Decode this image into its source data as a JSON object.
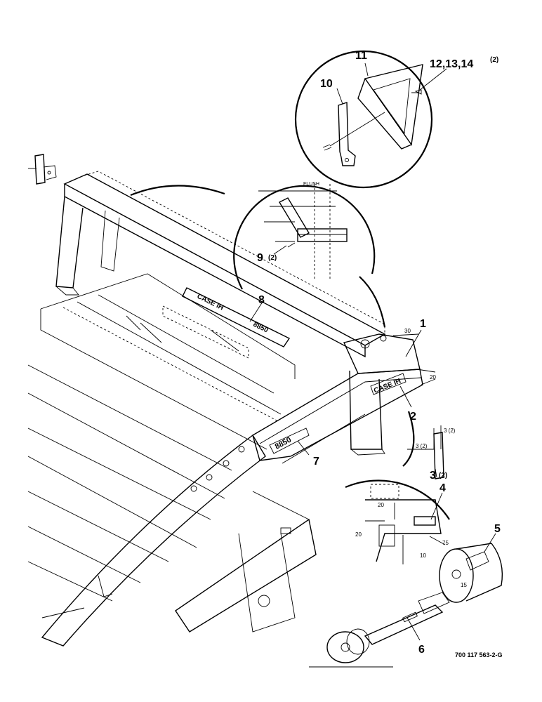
{
  "callouts": [
    {
      "id": "c1",
      "text": "1"
    },
    {
      "id": "c2",
      "text": "2"
    },
    {
      "id": "c3",
      "text": "3"
    },
    {
      "id": "c3q",
      "text": "(2)"
    },
    {
      "id": "c4",
      "text": "4"
    },
    {
      "id": "c5",
      "text": "5"
    },
    {
      "id": "c6",
      "text": "6"
    },
    {
      "id": "c7",
      "text": "7"
    },
    {
      "id": "c8",
      "text": "8"
    },
    {
      "id": "c9",
      "text": "9"
    },
    {
      "id": "c9q",
      "text": "(2)"
    },
    {
      "id": "c10",
      "text": "10"
    },
    {
      "id": "c11",
      "text": "11"
    },
    {
      "id": "c12",
      "text": "12,13,14"
    },
    {
      "id": "c12q",
      "text": "(2)"
    }
  ],
  "detail_labels": {
    "flush": "FLUSH"
  },
  "dimensions": {
    "d30": "30",
    "d20_right": "20",
    "d3a": "3 (2)",
    "d3b": "3 (2)",
    "d20_a": "20",
    "d20_b": "20",
    "d75": "75",
    "d10": "10",
    "d15": "15"
  },
  "decals": {
    "case_ih": "CASE IH",
    "model": "8850"
  },
  "drawing_number": "700 117 563-2-G"
}
